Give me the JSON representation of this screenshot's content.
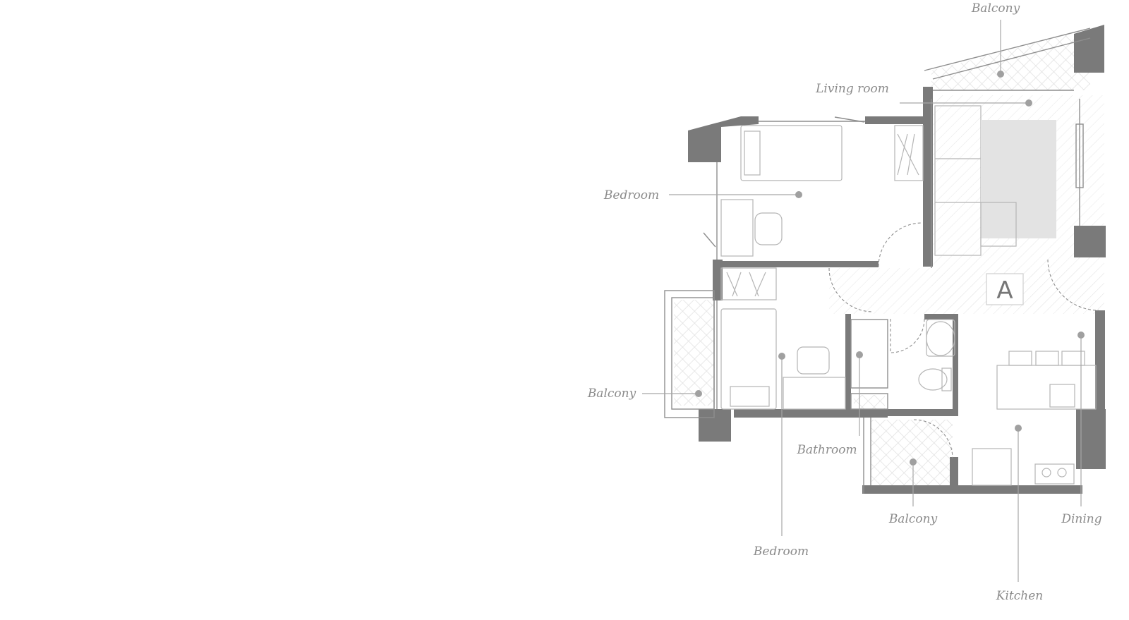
{
  "unit_label": "A",
  "rooms": {
    "balcony_top": "Balcony",
    "living_room": "Living room",
    "bedroom_upper": "Bedroom",
    "balcony_left": "Balcony",
    "bathroom": "Bathroom",
    "bedroom_lower": "Bedroom",
    "balcony_bottom": "Balcony",
    "kitchen": "Kitchen",
    "dining": "Dining"
  },
  "colors": {
    "wall": "#7a7a7a",
    "label": "#8b8b8b",
    "rug": "#e3e3e3"
  }
}
